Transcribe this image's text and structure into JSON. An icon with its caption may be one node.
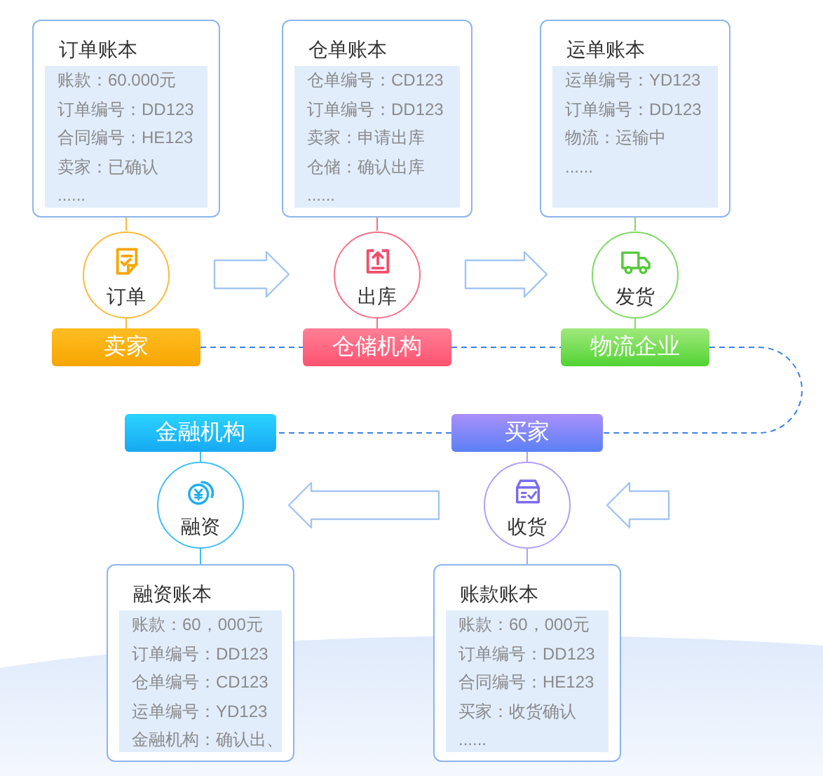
{
  "diagram": {
    "nodes": [
      {
        "text": [
          "订单账本",
          "账款：60.000元",
          "订单编号：DD123",
          "合同编号：HE123",
          "卖家：已确认",
          "......"
        ]
      },
      {
        "text": [
          "仓单账本",
          "仓单编号：CD123",
          "订单编号：DD123",
          "卖家：申请出库",
          "仓储：确认出库",
          "......"
        ]
      },
      {
        "text": [
          "运单账本",
          "运单编号：YD123",
          "订单编号：DD123",
          "物流：运输中",
          "......"
        ]
      },
      {
        "text": [
          "订单"
        ]
      },
      {
        "text": [
          "出库"
        ]
      },
      {
        "text": [
          "发货"
        ]
      },
      {
        "text": [
          "卖家"
        ]
      },
      {
        "text": [
          "仓储机构"
        ]
      },
      {
        "text": [
          "物流企业"
        ]
      },
      {
        "text": [
          "金融机构"
        ]
      },
      {
        "text": [
          "买家"
        ]
      },
      {
        "text": [
          "融资"
        ]
      },
      {
        "text": [
          "收货"
        ]
      },
      {
        "text": [
          "融资账本",
          "账款：60，000元",
          "订单编号：DD123",
          "仓单编号：CD123",
          "运单编号：YD123",
          "金融机构：确认出、"
        ]
      },
      {
        "text": [
          "账款账本",
          "账款：60，000元",
          "订单编号：DD123",
          "合同编号：HE123",
          "买家：收货确认",
          "......"
        ]
      }
    ],
    "edges": [
      {
        "from": 0,
        "to": 3,
        "arrow": "none",
        "color": "#fbbb3a"
      },
      {
        "from": 3,
        "to": 6,
        "arrow": "none",
        "color": "#fbbb3a"
      },
      {
        "from": 1,
        "to": 4,
        "arrow": "none",
        "color": "#f87088"
      },
      {
        "from": 4,
        "to": 7,
        "arrow": "none",
        "color": "#f87088"
      },
      {
        "from": 2,
        "to": 5,
        "arrow": "none",
        "color": "#7fd965"
      },
      {
        "from": 5,
        "to": 8,
        "arrow": "none",
        "color": "#7fd965"
      },
      {
        "from": 3,
        "to": 4,
        "arrow": "to",
        "color": "#a3c5f3"
      },
      {
        "from": 4,
        "to": 5,
        "arrow": "to",
        "color": "#a3c5f3"
      },
      {
        "from": 6,
        "to": 7,
        "arrow": "none",
        "style": "dashed",
        "color": "#3c82e4"
      },
      {
        "from": 7,
        "to": 8,
        "arrow": "none",
        "style": "dashed",
        "color": "#3c82e4"
      },
      {
        "from": 8,
        "to": 10,
        "arrow": "none",
        "style": "dashed",
        "color": "#3c82e4"
      },
      {
        "from": 10,
        "to": 9,
        "arrow": "none",
        "style": "dashed",
        "color": "#3c82e4"
      },
      {
        "from": null,
        "to": 12,
        "arrow": "to",
        "color": "#a3c5f3"
      },
      {
        "from": 12,
        "to": 11,
        "arrow": "to",
        "color": "#a3c5f3"
      },
      {
        "from": 10,
        "to": 12,
        "arrow": "none",
        "color": "#b39ef6"
      },
      {
        "from": 12,
        "to": 14,
        "arrow": "none",
        "color": "#b39ef6"
      },
      {
        "from": 9,
        "to": 11,
        "arrow": "none",
        "color": "#3fbff7"
      },
      {
        "from": 11,
        "to": 13,
        "arrow": "none",
        "color": "#3fbff7"
      }
    ]
  }
}
